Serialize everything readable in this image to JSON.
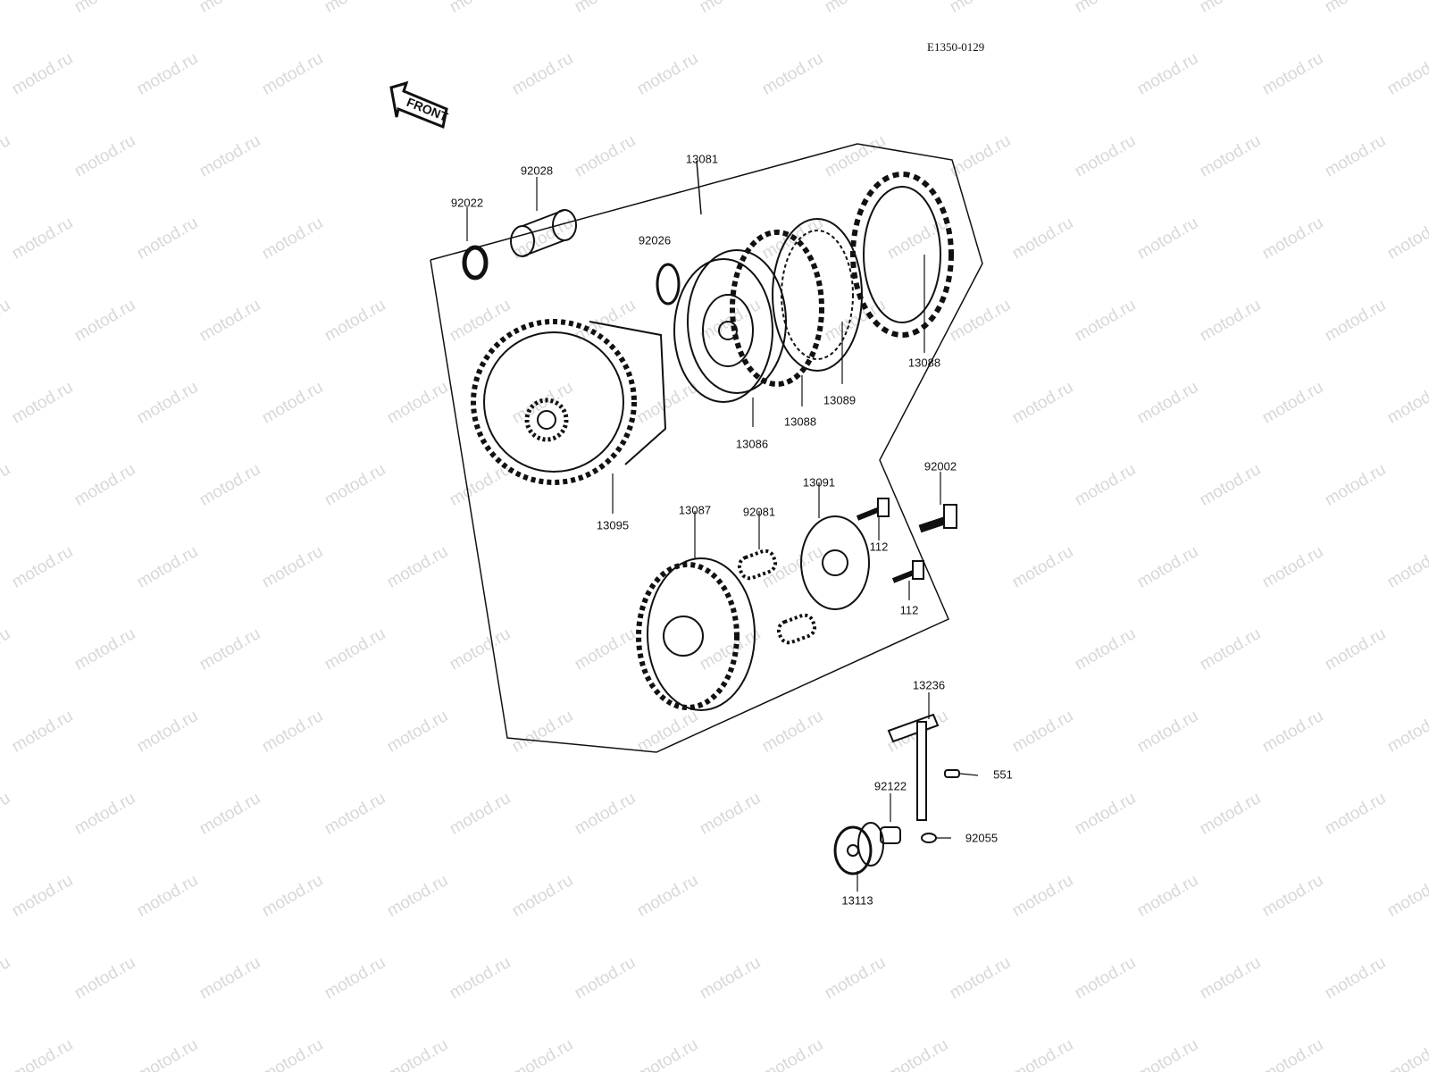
{
  "diagram_code": "E1350-0129",
  "front_arrow_label": "FRONT",
  "watermark": "motod.ru",
  "part_labels": [
    "92028",
    "92022",
    "13081",
    "92026",
    "13088",
    "13089",
    "13088",
    "13086",
    "13095",
    "92002",
    "13091",
    "13087",
    "92081",
    "112",
    "112",
    "13236",
    "551",
    "92122",
    "92055",
    "13113"
  ],
  "colors": {
    "line": "#111111",
    "watermark": "#d8d8d8"
  }
}
